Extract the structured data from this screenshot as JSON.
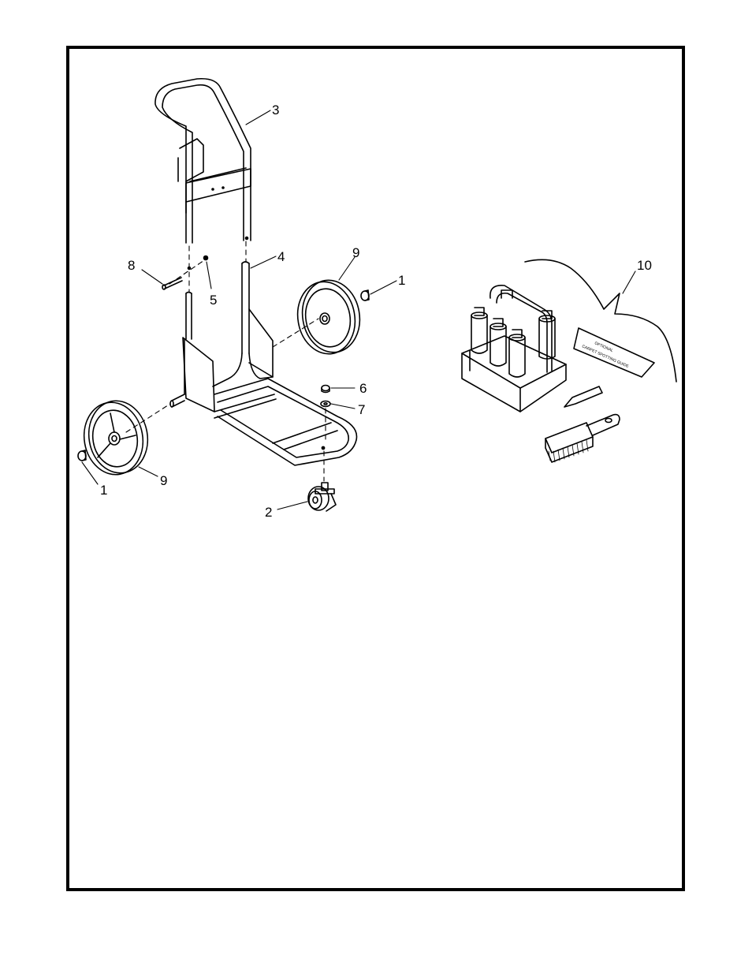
{
  "callouts": {
    "c1_right": "1",
    "c1_left": "1",
    "c2": "2",
    "c3": "3",
    "c4": "4",
    "c5": "5",
    "c6": "6",
    "c7": "7",
    "c8": "8",
    "c9_right": "9",
    "c9_left": "9",
    "c10": "10"
  },
  "kit": {
    "guide_line1": "OPTIONAL",
    "guide_line2": "CARPET SPOTTING GUIDE"
  },
  "colors": {
    "line": "#000000",
    "background": "#ffffff"
  }
}
